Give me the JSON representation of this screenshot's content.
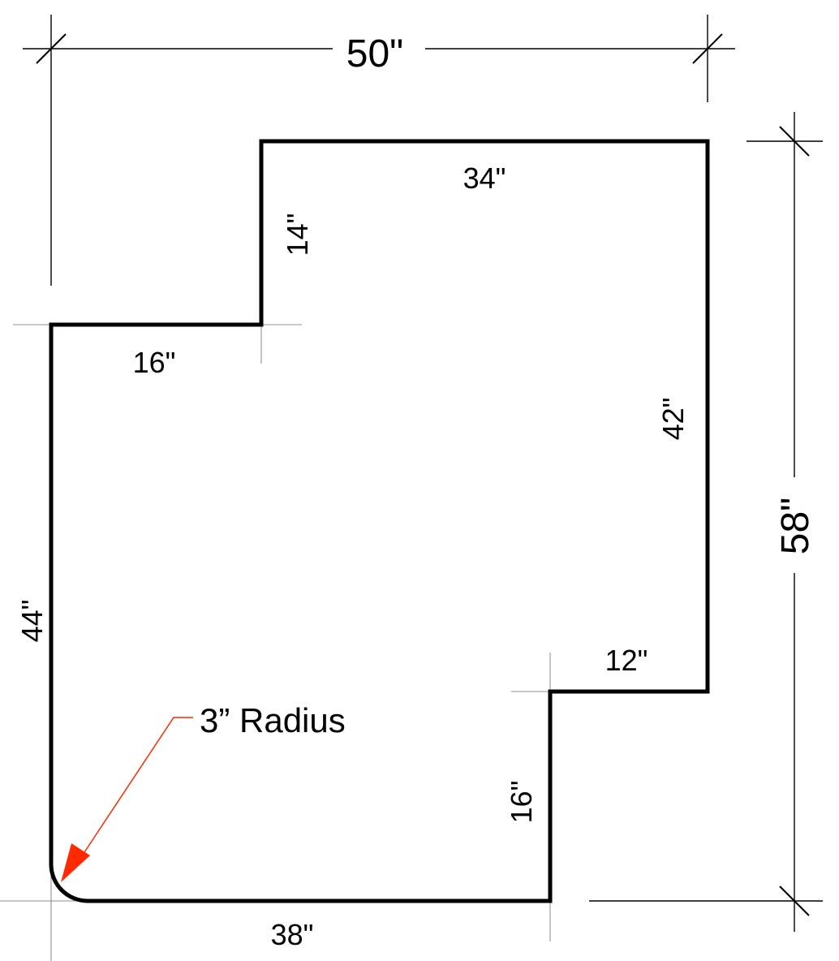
{
  "overall": {
    "width_label": "50\"",
    "height_label": "58\""
  },
  "edges": {
    "top": "34\"",
    "upper_step_height": "14\"",
    "upper_step_width": "16\"",
    "right": "42\"",
    "left": "44\"",
    "lower_step_width": "12\"",
    "lower_step_height": "16\"",
    "bottom": "38\""
  },
  "callout": {
    "label": "3” Radius",
    "color": "#ff2a00"
  },
  "colors": {
    "outline": "#000000",
    "extension": "#000000",
    "projection": "#6a6a6a"
  }
}
